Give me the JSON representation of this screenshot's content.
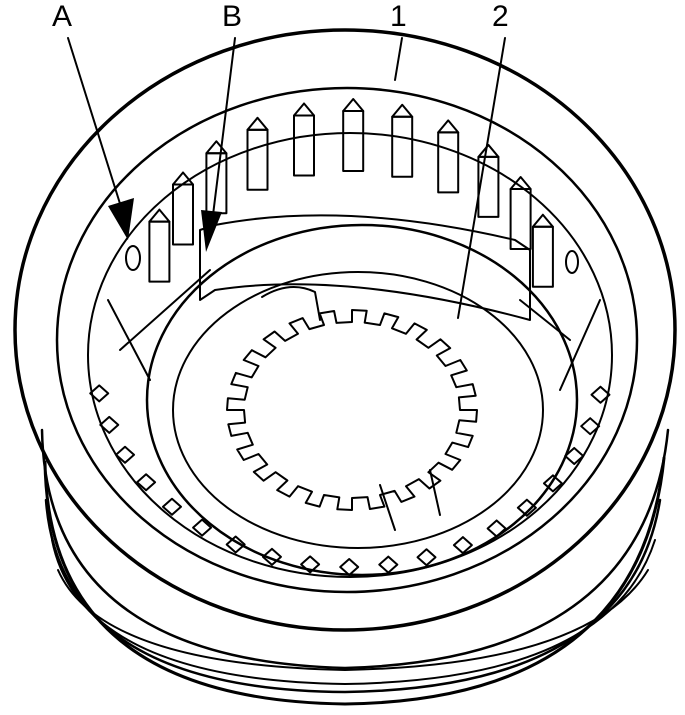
{
  "callouts": {
    "a": "A",
    "b": "B",
    "one": "1",
    "two": "2"
  },
  "colors": {
    "ink": "#000000",
    "paper": "#ffffff"
  }
}
